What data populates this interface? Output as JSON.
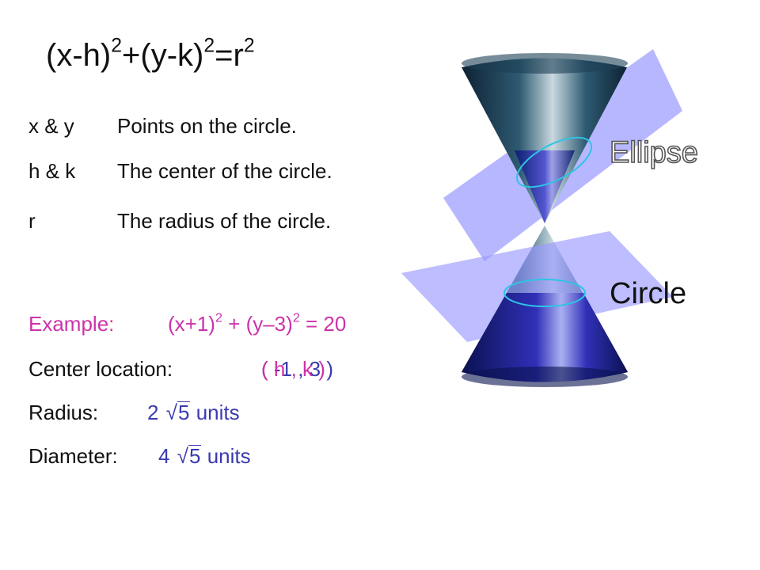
{
  "formula": {
    "base1": "(x-h)",
    "exp1": "2",
    "mid": "+(y-k)",
    "exp2": "2",
    "eq": "=r",
    "exp3": "2"
  },
  "definitions": [
    {
      "term": "x & y",
      "desc": "Points on the circle."
    },
    {
      "term": "h & k",
      "desc": "The center of the circle."
    },
    {
      "term": "r",
      "desc": "The radius of the circle."
    }
  ],
  "example": {
    "label": "Example:",
    "p1": "(x+1)",
    "e1": "2",
    "p2": " + (y–3)",
    "e2": "2",
    "p3": " = 20"
  },
  "center": {
    "label": "Center location:",
    "value": "( -1 , 3 )",
    "ghost": "( h , k )"
  },
  "radius": {
    "label": "Radius:",
    "coef": "2",
    "radicand": "5",
    "unit": "units"
  },
  "diameter": {
    "label": "Diameter:",
    "coef": "4",
    "radicand": "5",
    "unit": "units"
  },
  "labels": {
    "ellipse": "Ellipse",
    "circle": "Circle"
  },
  "colors": {
    "example": "#cc33aa",
    "answer": "#3a3ab0",
    "plane": "#9999ff",
    "cone": "#1a3a55"
  }
}
